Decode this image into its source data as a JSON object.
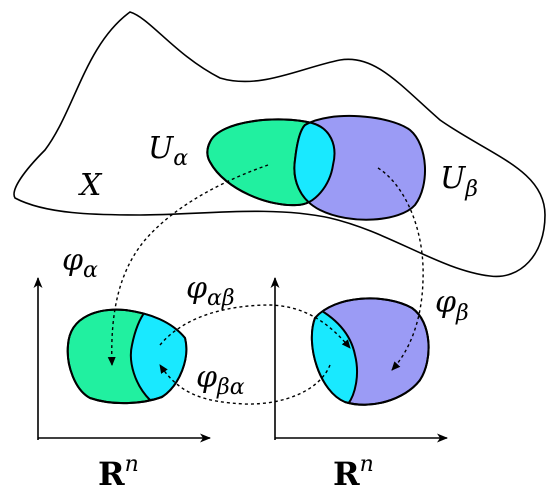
{
  "diagram": {
    "manifold_label": "X",
    "chart_alpha": {
      "label": "U",
      "subscript": "α"
    },
    "chart_beta": {
      "label": "U",
      "subscript": "β"
    },
    "map_alpha": {
      "label": "φ",
      "subscript": "α"
    },
    "map_beta": {
      "label": "φ",
      "subscript": "β"
    },
    "transition_ab": {
      "label": "φ",
      "subscript": "αβ"
    },
    "transition_ba": {
      "label": "φ",
      "subscript": "βα"
    },
    "space_left": {
      "label": "R",
      "superscript": "n"
    },
    "space_right": {
      "label": "R",
      "superscript": "n"
    }
  },
  "colors": {
    "green": "#21f0a0",
    "cyan": "#19e9ff",
    "blue": "#9b9bf5",
    "outline": "#000000"
  }
}
